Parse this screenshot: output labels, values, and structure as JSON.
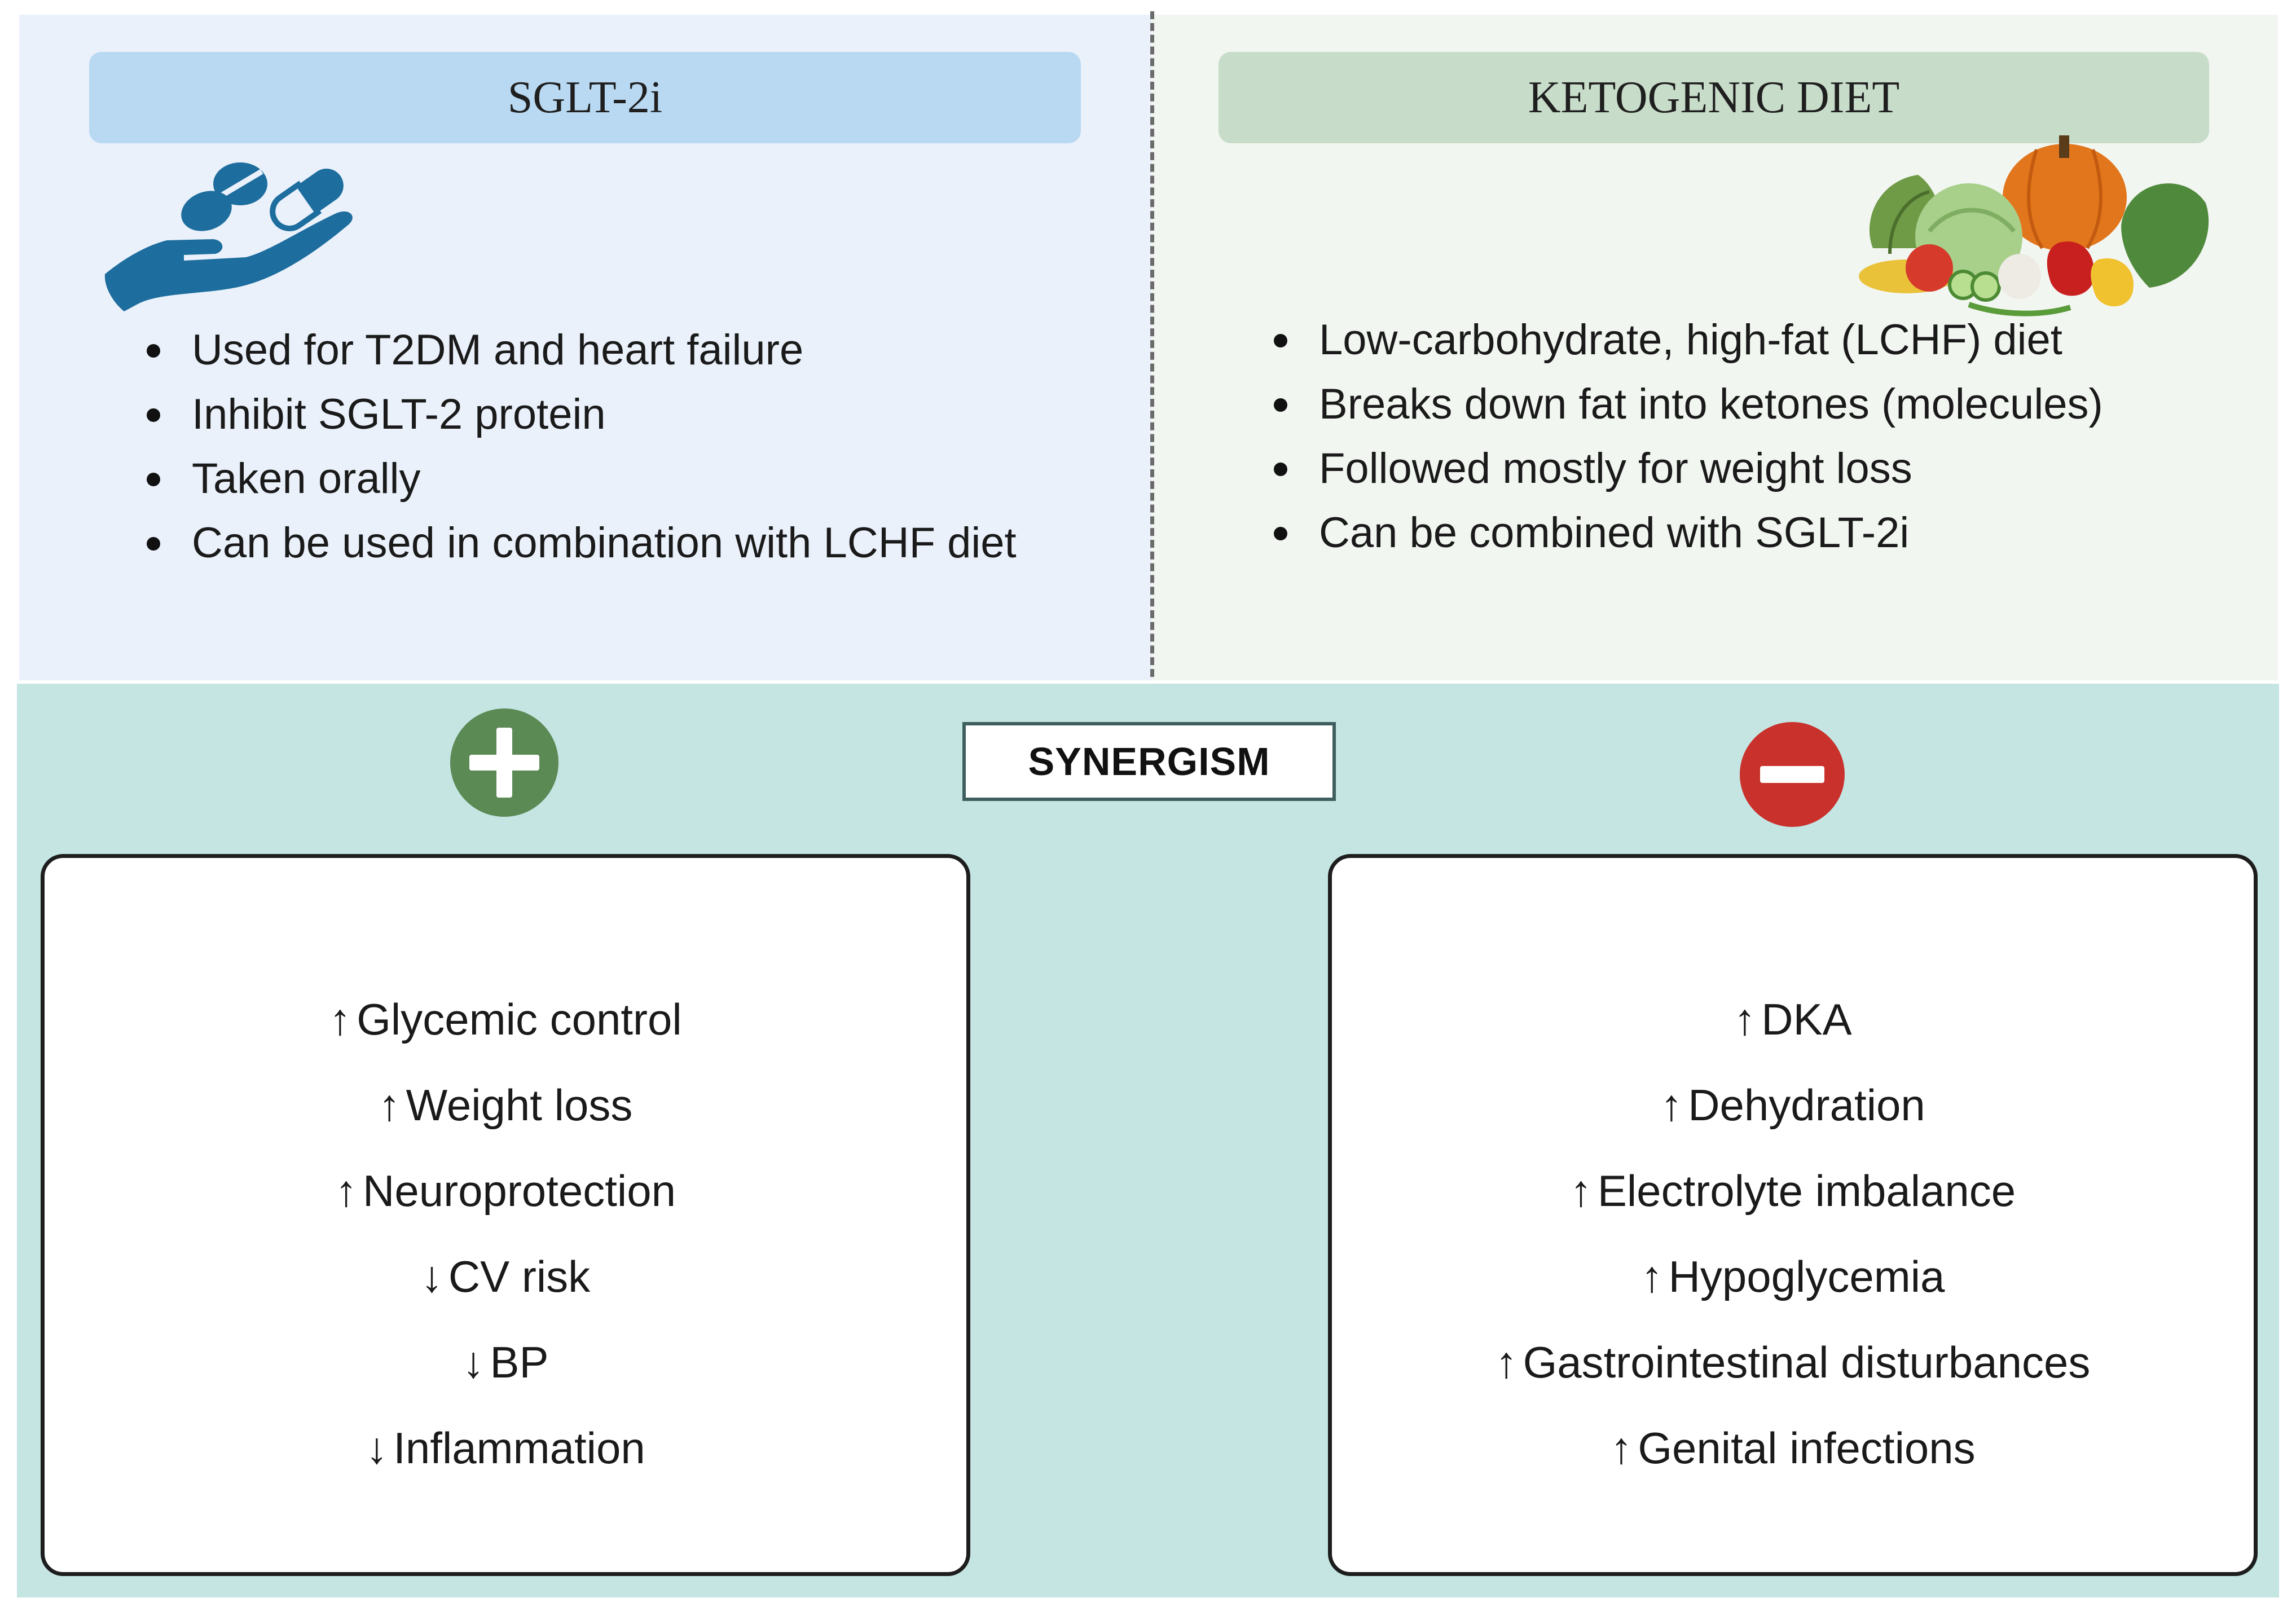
{
  "left_panel": {
    "title": "SGLT-2i",
    "icon": "pill-hand-icon",
    "bullets": [
      "Used for T2DM and heart failure",
      "Inhibit SGLT-2 protein",
      "Taken orally",
      "Can be used in combination with LCHF diet"
    ]
  },
  "right_panel": {
    "title": "KETOGENIC DIET",
    "icon": "vegetables-icon",
    "bullets": [
      "Low-carbohydrate, high-fat (LCHF) diet",
      "Breaks down fat into ketones (molecules)",
      "Followed mostly for weight loss",
      "Can be combined with SGLT-2i"
    ]
  },
  "synergism": {
    "label": "SYNERGISM",
    "positive_icon": "plus-icon",
    "negative_icon": "minus-icon",
    "positive_effects": [
      {
        "arrow": "↑",
        "text": "Glycemic control"
      },
      {
        "arrow": "↑",
        "text": "Weight loss"
      },
      {
        "arrow": "↑",
        "text": "Neuroprotection"
      },
      {
        "arrow": "↓",
        "text": "CV risk"
      },
      {
        "arrow": "↓",
        "text": "BP"
      },
      {
        "arrow": "↓",
        "text": "Inflammation"
      }
    ],
    "negative_effects": [
      {
        "arrow": "↑",
        "text": "DKA"
      },
      {
        "arrow": "↑",
        "text": "Dehydration"
      },
      {
        "arrow": "↑",
        "text": "Electrolyte imbalance"
      },
      {
        "arrow": "↑",
        "text": "Hypoglycemia"
      },
      {
        "arrow": "↑",
        "text": "Gastrointestinal disturbances"
      },
      {
        "arrow": "↑",
        "text": "Genital infections"
      }
    ]
  },
  "colors": {
    "left_bg": "#eaf1fb",
    "right_bg": "#f2f6f1",
    "sglt_header": "#b9d9f2",
    "keto_header": "#c8dcca",
    "bottom_bg": "#c5e5e3",
    "plus_green": "#5b8a55",
    "minus_red": "#c9312c",
    "pill_blue": "#1d6d9e"
  }
}
